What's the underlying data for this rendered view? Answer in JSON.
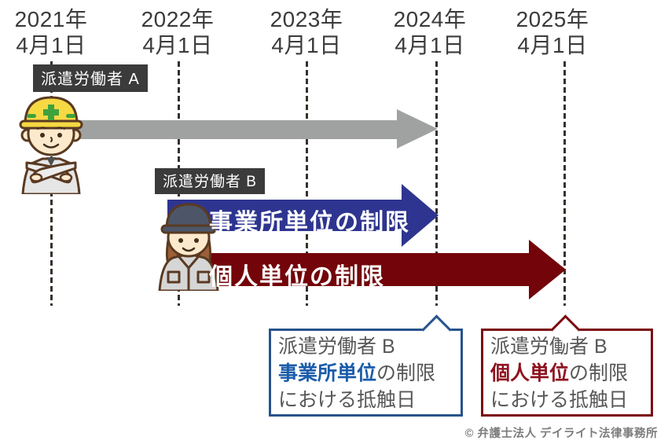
{
  "timeline": {
    "dates": [
      {
        "year": "2021年",
        "day": "4月1日"
      },
      {
        "year": "2022年",
        "day": "4月1日"
      },
      {
        "year": "2023年",
        "day": "4月1日"
      },
      {
        "year": "2024年",
        "day": "4月1日"
      },
      {
        "year": "2025年",
        "day": "4月1日"
      }
    ]
  },
  "workers": {
    "a": {
      "label": "派遣労働者 A"
    },
    "b": {
      "label": "派遣労働者 B"
    }
  },
  "arrows": {
    "worker_a": {
      "label": "",
      "color": "#a0a2a1"
    },
    "office": {
      "label": "事業所単位の制限",
      "color": "#2e3590"
    },
    "individual": {
      "label": "個人単位の制限",
      "color": "#730409"
    }
  },
  "callouts": {
    "office": {
      "line1": "派遣労働者 B",
      "highlight": "事業所単位",
      "line2_rest": "の制限",
      "line3": "における抵触日"
    },
    "individual": {
      "line1": "派遣労働者 B",
      "highlight": "個人単位",
      "line2_rest": "の制限",
      "line3": "における抵触日"
    }
  },
  "footer": {
    "copyright": "© 弁護士法人 デイライト法律事務所"
  },
  "colors": {
    "arrow_gray": "#a0a2a1",
    "arrow_blue": "#2e3590",
    "arrow_red": "#730409",
    "chip_bg": "#3b3b3b",
    "callout_blue_border": "#27538c",
    "callout_blue_text": "#1b5caa",
    "callout_red_border": "#7a0a10",
    "callout_red_text": "#8e1420",
    "date_text": "#3b3b3b",
    "copyright_text": "#7c7c7c"
  }
}
